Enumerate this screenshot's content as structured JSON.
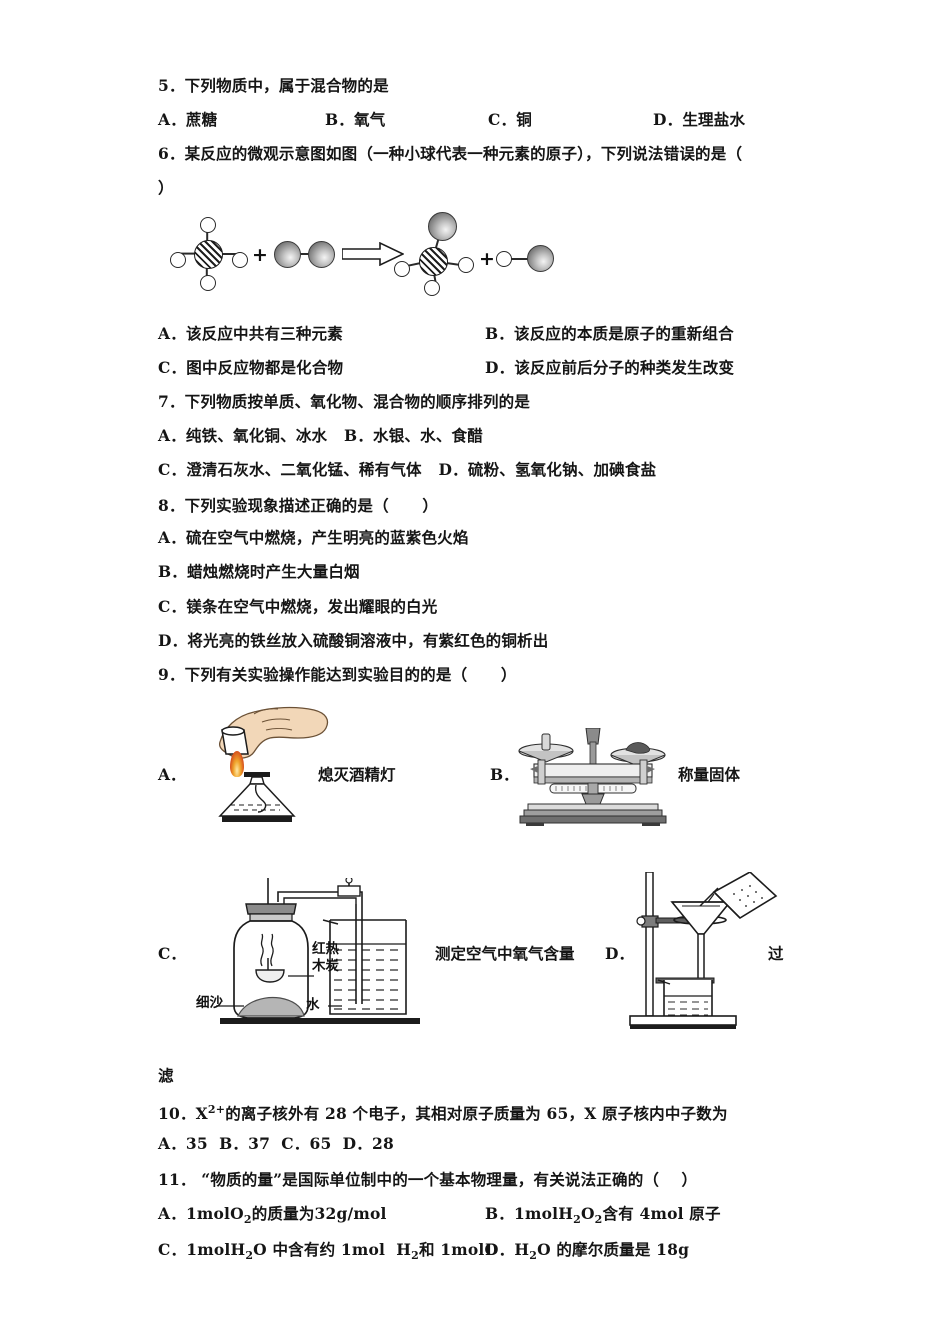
{
  "document": {
    "type": "chemistry-exam-paper",
    "language": "zh-CN"
  },
  "questions": [
    {
      "number": "5",
      "stem": "5．下列物质中，属于混合物的是",
      "options": [
        {
          "label": "A．",
          "text": "蔗糖"
        },
        {
          "label": "B．",
          "text": "氧气"
        },
        {
          "label": "C．",
          "text": "铜"
        },
        {
          "label": "D．",
          "text": "生理盐水"
        }
      ]
    },
    {
      "number": "6",
      "stem_line1": "6．某反应的微观示意图如图（一种小球代表一种元素的原子），下列说法错误的是（",
      "stem_line2": "）",
      "options": [
        {
          "label": "A．",
          "text": "该反应中共有三种元素"
        },
        {
          "label": "B．",
          "text": "该反应的本质是原子的重新组合"
        },
        {
          "label": "C．",
          "text": "图中反应物都是化合物"
        },
        {
          "label": "D．",
          "text": "该反应前后分子的种类发生改变"
        }
      ]
    },
    {
      "number": "7",
      "stem": "7．下列物质按单质、氧化物、混合物的顺序排列的是",
      "row1": "A．纯铁、氧化铜、冰水   B．水银、水、食醋",
      "row2": "C．澄清石灰水、二氧化锰、稀有气体   D．硫粉、氢氧化钠、加碘食盐"
    },
    {
      "number": "8",
      "stem": "8．下列实验现象描述正确的是（      ）",
      "options": [
        {
          "label": "A．",
          "text": "硫在空气中燃烧，产生明亮的蓝紫色火焰"
        },
        {
          "label": "B．",
          "text": "蜡烛燃烧时产生大量白烟"
        },
        {
          "label": "C．",
          "text": "镁条在空气中燃烧，发出耀眼的白光"
        },
        {
          "label": "D．",
          "text": "将光亮的铁丝放入硫酸铜溶液中，有紫红色的铜析出"
        }
      ]
    },
    {
      "number": "9",
      "stem": "9．下列有关实验操作能达到实验目的的是（      ）",
      "figure_options": [
        {
          "label": "A．",
          "caption": "熄灭酒精灯",
          "figure": "alcohol-lamp-extinguish"
        },
        {
          "label": "B．",
          "caption": "称量固体",
          "figure": "balance-scale"
        },
        {
          "label": "C．",
          "caption": "测定空气中氧气含量",
          "figure": "oxygen-content-apparatus"
        },
        {
          "label": "D．",
          "caption": "过",
          "caption_wrap": "滤",
          "figure": "filtration-apparatus"
        }
      ]
    },
    {
      "number": "10",
      "stem_parts": {
        "prefix": "10．X",
        "superscript": "2+",
        "rest": "的离子核外有 28 个电子，其相对原子质量为 65，X 原子核内中子数为"
      },
      "options_row": "A．35  B．37  C．65  D．28"
    },
    {
      "number": "11",
      "stem": "11． “物质的量”是国际单位制中的一个基本物理量，有关说法正确的（    ）",
      "options": [
        {
          "label": "A．",
          "segments": [
            {
              "t": "1molO"
            },
            {
              "t": "2",
              "sub": true
            },
            {
              "t": "的质量为32g/mol"
            }
          ]
        },
        {
          "label": "B．",
          "segments": [
            {
              "t": "1molH"
            },
            {
              "t": "2",
              "sub": true
            },
            {
              "t": "O"
            },
            {
              "t": "2",
              "sub": true
            },
            {
              "t": "含有 4mol 原子"
            }
          ]
        },
        {
          "label": "C．",
          "segments": [
            {
              "t": "1molH"
            },
            {
              "t": "2",
              "sub": true
            },
            {
              "t": "O 中含有约 1mol  H"
            },
            {
              "t": "2",
              "sub": true
            },
            {
              "t": "和 1molO"
            }
          ]
        },
        {
          "label": "D．",
          "segments": [
            {
              "t": "H"
            },
            {
              "t": "2",
              "sub": true
            },
            {
              "t": "O 的摩尔质量是 18g"
            }
          ]
        }
      ]
    }
  ],
  "figures": {
    "molecular_reaction": {
      "name": "microscopic-reaction-diagram",
      "reactant_1": {
        "center": "hatched-atom",
        "attached": [
          "white",
          "white",
          "white",
          "white"
        ]
      },
      "reactant_2": {
        "atoms": [
          "gray",
          "gray"
        ]
      },
      "arrow": "⟹",
      "product_1": {
        "center": "hatched-atom",
        "attached": [
          "gray",
          "white",
          "white",
          "white"
        ]
      },
      "product_2": {
        "atoms": [
          "white",
          "gray"
        ]
      },
      "plus_symbol": "+"
    },
    "oxygen_apparatus_labels": {
      "sand": "细沙",
      "charcoal": "红热\n木炭",
      "water": "水"
    }
  },
  "colors": {
    "text": "#151515",
    "flame": "#d4481a",
    "skin": "#f2d7b8",
    "ink": "#1c1c1c"
  }
}
